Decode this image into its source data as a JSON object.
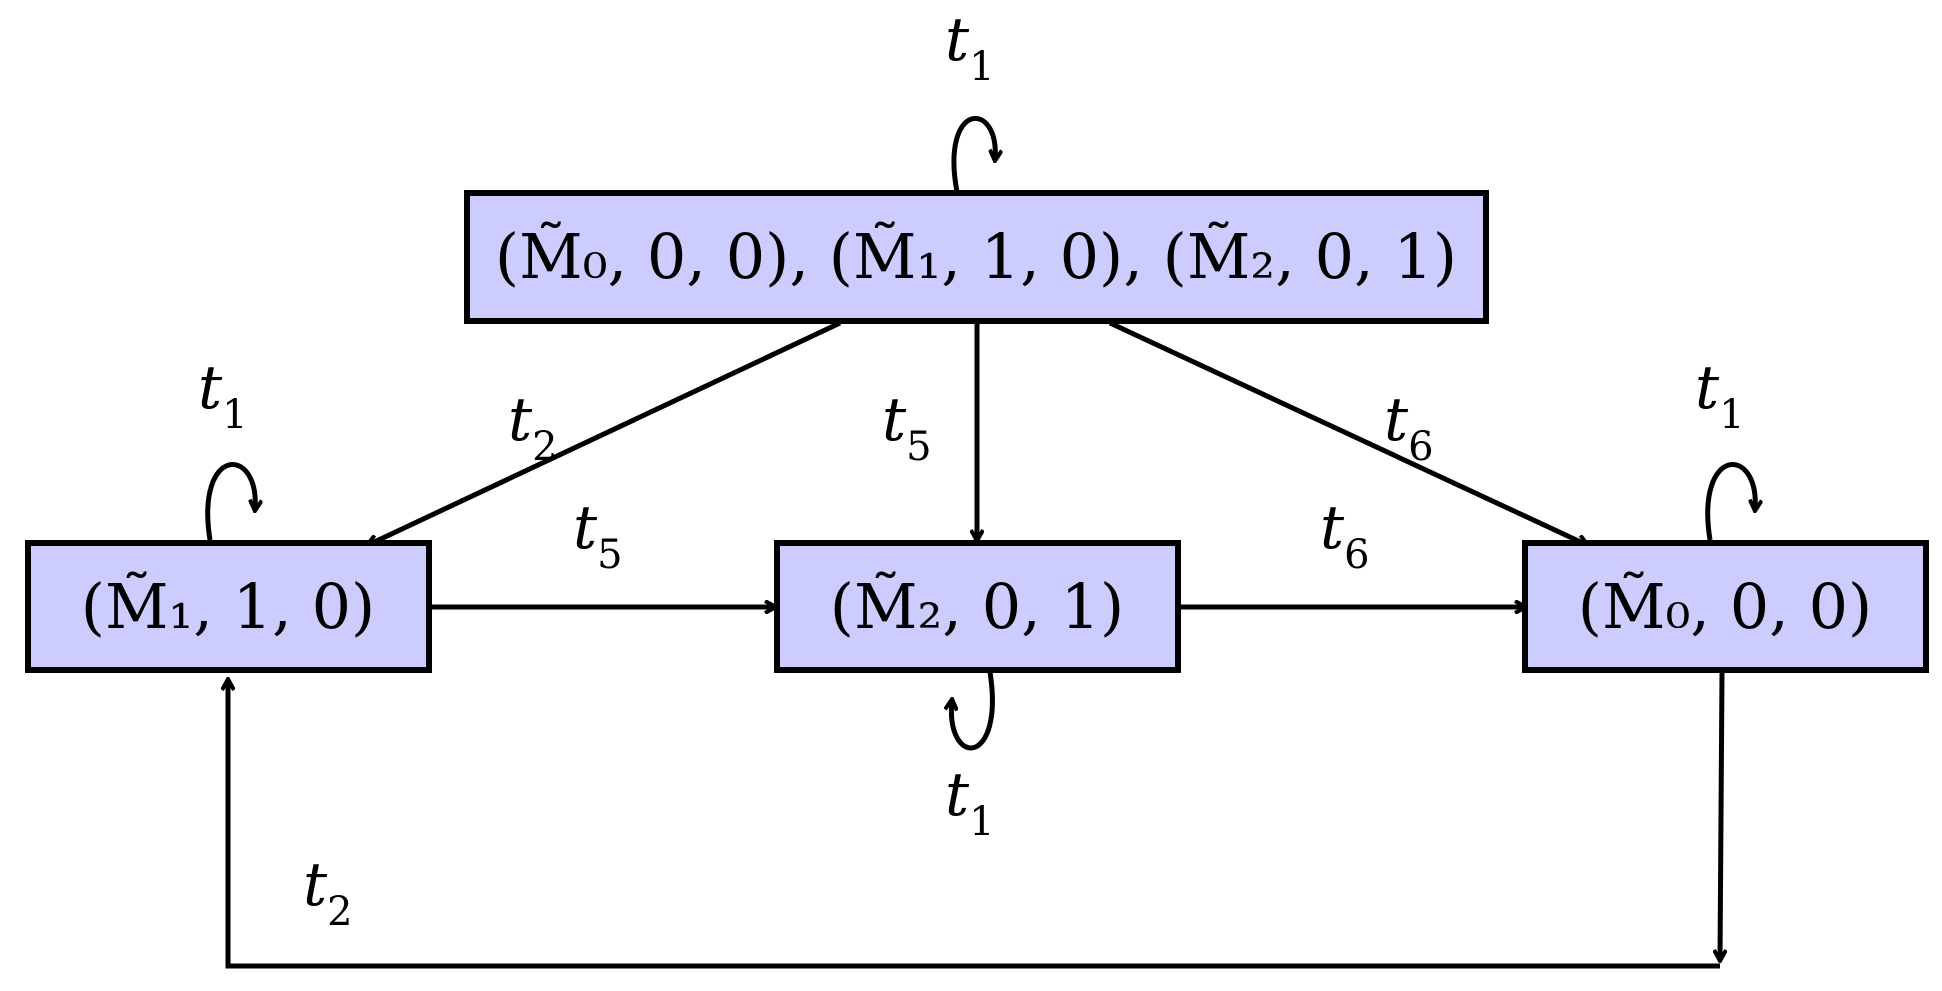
{
  "colors": {
    "node_fill": "#ccccff",
    "stroke": "#000000"
  },
  "nodes": {
    "top": {
      "label": "(M̃₀, 0, 0), (M̃₁, 1, 0), (M̃₂, 0, 1)"
    },
    "left": {
      "label": "(M̃₁, 1, 0)"
    },
    "middle": {
      "label": "(M̃₂, 0, 1)"
    },
    "right": {
      "label": "(M̃₀, 0, 0)"
    }
  },
  "edges": {
    "top_self": {
      "var": "t",
      "sub": "1"
    },
    "left_self": {
      "var": "t",
      "sub": "1"
    },
    "middle_self": {
      "var": "t",
      "sub": "1"
    },
    "right_self": {
      "var": "t",
      "sub": "1"
    },
    "top_to_left": {
      "var": "t",
      "sub": "2"
    },
    "top_to_middle": {
      "var": "t",
      "sub": "5"
    },
    "top_to_right": {
      "var": "t",
      "sub": "6"
    },
    "left_to_middle": {
      "var": "t",
      "sub": "5"
    },
    "middle_to_right": {
      "var": "t",
      "sub": "6"
    },
    "right_to_left": {
      "var": "t",
      "sub": "2"
    }
  }
}
